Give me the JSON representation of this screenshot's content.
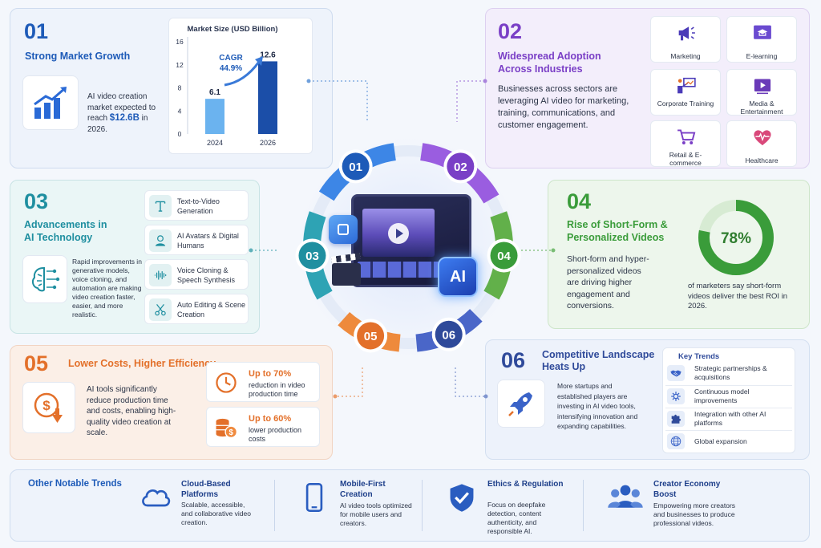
{
  "colors": {
    "blue": "#1e5bb8",
    "purple": "#7a3fc6",
    "teal": "#1f8fa0",
    "green": "#3a9c3a",
    "orange": "#e3702a",
    "navy": "#2f4a9a"
  },
  "s01": {
    "number": "01",
    "title": "Strong Market Growth",
    "text": "AI video creation market expected to reach",
    "highlight": "$12.6B",
    "highlight_suffix": "in 2026.",
    "icon": "growth-chart-icon"
  },
  "chart_data": {
    "type": "bar",
    "title": "Market Size (USD Billion)",
    "categories": [
      "2024",
      "2026"
    ],
    "values": [
      6.1,
      12.6
    ],
    "data_labels": [
      "6.1",
      "12.6"
    ],
    "yticks": [
      "16",
      "12",
      "8",
      "4",
      "0"
    ],
    "ylim": [
      0,
      16
    ],
    "annotation": "CAGR",
    "annotation_value": "44.9%",
    "colors": [
      "#6bb3ef",
      "#1b4ea8"
    ]
  },
  "s02": {
    "number": "02",
    "title_line1": "Widespread Adoption",
    "title_line2": "Across Industries",
    "text": "Businesses across sectors are leveraging AI video for marketing, training, communications, and customer engagement.",
    "industries": [
      {
        "label": "Marketing",
        "icon": "megaphone-icon"
      },
      {
        "label": "E-learning",
        "icon": "graduation-cap-icon"
      },
      {
        "label": "Corporate Training",
        "icon": "presentation-icon"
      },
      {
        "label": "Media & Entertainment",
        "icon": "media-player-icon"
      },
      {
        "label": "Retail & E-commerce",
        "icon": "shopping-cart-icon"
      },
      {
        "label": "Healthcare",
        "icon": "heart-pulse-icon"
      }
    ]
  },
  "s03": {
    "number": "03",
    "title_line1": "Advancements in",
    "title_line2": "AI Technology",
    "text": "Rapid improvements in generative models, voice cloning, and automation are making video creation faster, easier, and more realistic.",
    "items": [
      {
        "label": "Text-to-Video Generation",
        "icon": "text-t-icon"
      },
      {
        "label": "AI Avatars & Digital Humans",
        "icon": "avatar-icon"
      },
      {
        "label": "Voice Cloning & Speech Synthesis",
        "icon": "waveform-icon"
      },
      {
        "label": "Auto Editing & Scene Creation",
        "icon": "scissors-icon"
      }
    ]
  },
  "s04": {
    "number": "04",
    "title_line1": "Rise of Short-Form &",
    "title_line2": "Personalized Videos",
    "text": "Short-form and hyper-personalized videos are driving higher engagement and conversions.",
    "percent_label": "78%",
    "percent_value": 78,
    "caption": "of marketers say short-form videos deliver the best ROI in 2026."
  },
  "s05": {
    "number": "05",
    "title": "Lower Costs, Higher Efficiency",
    "text": "AI tools significantly reduce production time and costs, enabling high-quality video creation at scale.",
    "stats": [
      {
        "value": "Up to 70%",
        "label": "reduction in video production time",
        "icon": "clock-icon"
      },
      {
        "value": "Up to 60%",
        "label": "lower production costs",
        "icon": "coins-icon"
      }
    ]
  },
  "s06": {
    "number": "06",
    "title_line1": "Competitive Landscape",
    "title_line2": "Heats Up",
    "text": "More startups and established players are investing in AI video tools, intensifying innovation and expanding capabilities.",
    "key_trends_title": "Key Trends",
    "trends": [
      {
        "label": "Strategic partnerships & acquisitions",
        "icon": "handshake-icon"
      },
      {
        "label": "Continuous model improvements",
        "icon": "gear-icon"
      },
      {
        "label": "Integration with other AI platforms",
        "icon": "puzzle-icon"
      },
      {
        "label": "Global expansion",
        "icon": "globe-icon"
      }
    ]
  },
  "center": {
    "ring_numbers": [
      "01",
      "02",
      "03",
      "04",
      "05",
      "06"
    ],
    "ai_label": "AI"
  },
  "bottom": {
    "title": "Other Notable Trends",
    "trends": [
      {
        "title": "Cloud-Based Platforms",
        "text": "Scalable, accessible, and collaborative video creation.",
        "icon": "cloud-icon"
      },
      {
        "title": "Mobile-First Creation",
        "text": "AI video tools optimized for mobile users and creators.",
        "icon": "smartphone-icon"
      },
      {
        "title": "Ethics & Regulation",
        "text": "Focus on deepfake detection, content authenticity, and responsible AI.",
        "icon": "shield-check-icon"
      },
      {
        "title": "Creator Economy Boost",
        "text": "Empowering more creators and businesses to produce professional videos.",
        "icon": "people-icon"
      }
    ]
  }
}
